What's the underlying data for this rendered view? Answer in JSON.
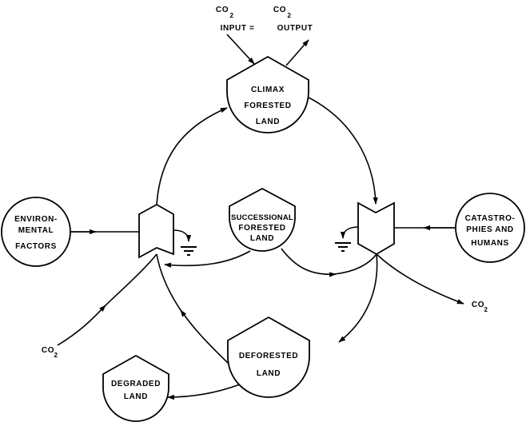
{
  "diagram": {
    "type": "flow",
    "nodes": [
      {
        "id": "climax",
        "shape": "storage-tank",
        "lines": [
          "CLIMAX",
          "FORESTED",
          "LAND"
        ]
      },
      {
        "id": "successional",
        "shape": "storage-tank",
        "lines": [
          "SUCCESSIONAL",
          "FORESTED",
          "LAND"
        ]
      },
      {
        "id": "deforested",
        "shape": "storage-tank",
        "lines": [
          "DEFORESTED",
          "LAND"
        ]
      },
      {
        "id": "degraded",
        "shape": "storage-tank",
        "lines": [
          "DEGRADED",
          "LAND"
        ]
      },
      {
        "id": "env",
        "shape": "source-circle",
        "lines": [
          "ENVIRON-",
          "MENTAL",
          "FACTORS"
        ]
      },
      {
        "id": "cat",
        "shape": "source-circle",
        "lines": [
          "CATASTRO-",
          "PHIES AND",
          "HUMANS"
        ]
      },
      {
        "id": "growth-gate",
        "shape": "interaction-gate",
        "lines": []
      },
      {
        "id": "loss-gate",
        "shape": "interaction-gate",
        "lines": []
      }
    ],
    "labels": {
      "co2_input": {
        "main": "CO",
        "sub": "2",
        "caption": "INPUT ="
      },
      "co2_output": {
        "main": "CO",
        "sub": "2",
        "caption": "OUTPUT"
      },
      "co2_left": {
        "main": "CO",
        "sub": "2"
      },
      "co2_right": {
        "main": "CO",
        "sub": "2"
      }
    },
    "edges": [
      {
        "from": "co2_input",
        "to": "climax"
      },
      {
        "from": "climax",
        "to": "co2_output"
      },
      {
        "from": "growth-gate",
        "to": "climax"
      },
      {
        "from": "climax",
        "to": "loss-gate"
      },
      {
        "from": "env",
        "to": "growth-gate"
      },
      {
        "from": "cat",
        "to": "loss-gate"
      },
      {
        "from": "successional",
        "to": "growth-gate"
      },
      {
        "from": "successional",
        "to": "loss-gate"
      },
      {
        "from": "loss-gate",
        "to": "deforested"
      },
      {
        "from": "loss-gate",
        "to": "co2_right"
      },
      {
        "from": "co2_left",
        "to": "growth-gate"
      },
      {
        "from": "deforested",
        "to": "growth-gate"
      },
      {
        "from": "deforested",
        "to": "degraded"
      },
      {
        "from": "growth-gate",
        "to": "heat-sink"
      },
      {
        "from": "loss-gate",
        "to": "heat-sink"
      }
    ]
  }
}
